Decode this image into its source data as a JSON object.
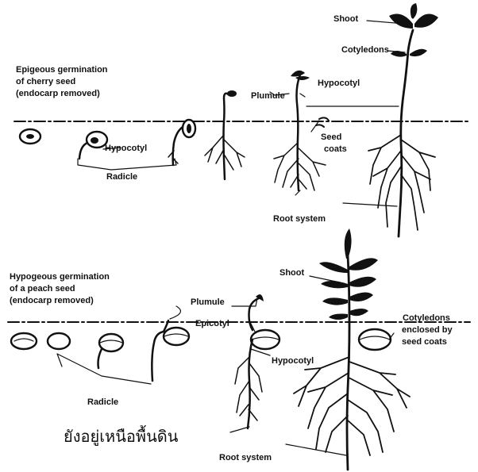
{
  "top_panel": {
    "caption": [
      "Epigeous germination",
      "of cherry seed",
      "(endocarp removed)"
    ],
    "labels": {
      "shoot": "Shoot",
      "cotyledons": "Cotyledons",
      "plumule": "Plumule",
      "hypocotyl_right": "Hypocotyl",
      "hypocotyl_left": "Hypocotyl",
      "seed_coats": [
        "Seed",
        "coats"
      ],
      "radicle": "Radicle",
      "root_system": "Root system"
    }
  },
  "bottom_panel": {
    "caption": [
      "Hypogeous germination",
      "of a peach seed",
      "(endocarp removed)"
    ],
    "labels": {
      "shoot": "Shoot",
      "plumule": "Plumule",
      "epicotyl": "Epicotyl",
      "hypocotyl": "Hypocotyl",
      "cotyledons": [
        "Cotyledons",
        "enclosed by",
        "seed coats"
      ],
      "radicle": "Radicle",
      "root_system": "Root system"
    }
  },
  "footer_text": "ยังอยู่เหนือพื้นดิน"
}
